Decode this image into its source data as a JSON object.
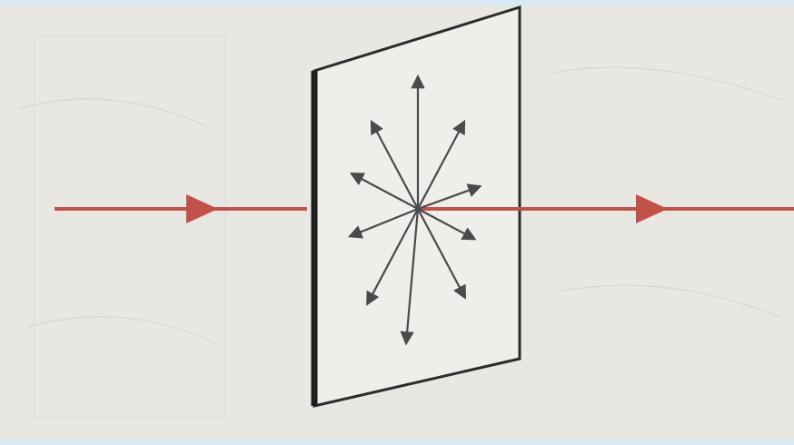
{
  "diagram": {
    "colors": {
      "background": "#e9e7e1",
      "ray": "#c0524a",
      "panel_fill": "#f0efeb",
      "panel_edge": "#2b2b2b",
      "vector": "#4a4a4a",
      "faint_background_marks": "#d4d1ca"
    },
    "vector_directions_deg": [
      90,
      62,
      20,
      -28,
      -62,
      -95,
      -118,
      -158,
      152,
      118
    ]
  }
}
